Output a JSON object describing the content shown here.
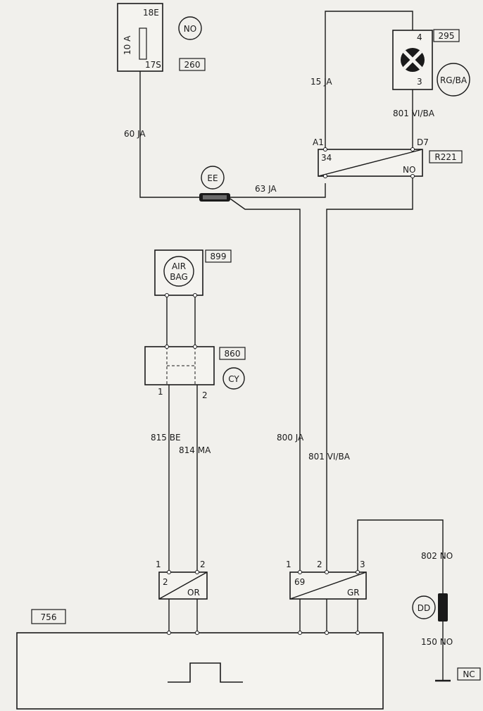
{
  "fuse": {
    "rating": "10 A",
    "pin_top": "18E",
    "pin_bottom": "17S",
    "ref": "260",
    "color_code": "NO"
  },
  "lamp": {
    "pin_top": "4",
    "pin_bottom": "3",
    "ref": "295",
    "color_code": "RG/BA"
  },
  "relay_connector": {
    "ref": "R221",
    "pin_a": "A1",
    "pin_d": "D7",
    "ways": "34",
    "color": "NO"
  },
  "splice": {
    "code": "EE"
  },
  "airbag": {
    "line1": "AIR",
    "line2": "BAG",
    "ref": "899"
  },
  "connector_860": {
    "ref": "860",
    "color_code": "CY",
    "pin1": "1",
    "pin2": "2"
  },
  "connector_or": {
    "ways": "2",
    "color": "OR",
    "pin1": "1",
    "pin2": "2"
  },
  "connector_gr": {
    "ways": "69",
    "color": "GR",
    "pin1": "1",
    "pin2": "2",
    "pin3": "3"
  },
  "ecu": {
    "ref": "756"
  },
  "diode": {
    "code": "DD"
  },
  "ground": {
    "ref": "NC"
  },
  "wires": {
    "w15": "15  JA",
    "w801_top": "801  VI/BA",
    "w60": "60  JA",
    "w63": "63  JA",
    "w815": "815 BE",
    "w814": "814 MA",
    "w800": "800  JA",
    "w801": "801  VI/BA",
    "w802": "802  NO",
    "w150": "150  NO"
  }
}
